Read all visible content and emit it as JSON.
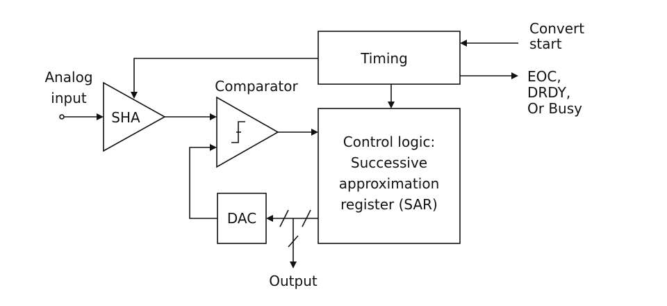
{
  "diagram": {
    "analog_input": [
      "Analog",
      "input"
    ],
    "sha_label": "SHA",
    "comparator_label": "Comparator",
    "timing_label": "Timing",
    "convert_start": [
      "Convert",
      "start"
    ],
    "status_outputs": [
      "EOC,",
      "DRDY,",
      "Or Busy"
    ],
    "control_logic": [
      "Control logic:",
      "Successive",
      "approximation",
      "register (SAR)"
    ],
    "dac_label": "DAC",
    "output_label": "Output"
  }
}
